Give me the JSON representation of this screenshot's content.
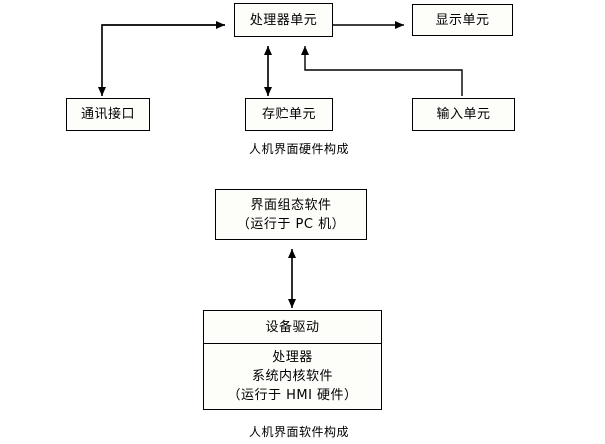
{
  "diagram": {
    "background_color": "#ffffff",
    "stroke_color": "#000000",
    "box_fill_color": "#fdfdfa",
    "hardware_diagram": {
      "caption": "人机界面硬件构成",
      "nodes": [
        {
          "id": "processor-unit",
          "label": "处理器单元"
        },
        {
          "id": "display-unit",
          "label": "显示单元"
        },
        {
          "id": "comm-interface",
          "label": "通讯接口"
        },
        {
          "id": "storage-unit",
          "label": "存贮单元"
        },
        {
          "id": "input-unit",
          "label": "输入单元"
        }
      ],
      "connections": [
        {
          "from": "comm-interface",
          "to": "processor-unit",
          "arrows": "both",
          "style": "orthogonal"
        },
        {
          "from": "processor-unit",
          "to": "display-unit",
          "arrows": "to",
          "style": "straight"
        },
        {
          "from": "storage-unit",
          "to": "processor-unit",
          "arrows": "both",
          "style": "straight"
        },
        {
          "from": "input-unit",
          "to": "processor-unit",
          "arrows": "to",
          "style": "orthogonal"
        }
      ]
    },
    "software_diagram": {
      "caption": "人机界面软件构成",
      "nodes": [
        {
          "id": "config-software",
          "lines": [
            "界面组态软件",
            "（运行于 PC 机）"
          ]
        },
        {
          "id": "device-driver",
          "lines": [
            "设备驱动"
          ]
        },
        {
          "id": "kernel-software",
          "lines": [
            "处理器",
            "系统内核软件",
            "（运行于 HMI 硬件）"
          ]
        }
      ],
      "connections": [
        {
          "from": "config-software",
          "to": "device-driver",
          "arrows": "both",
          "style": "straight"
        }
      ]
    }
  }
}
